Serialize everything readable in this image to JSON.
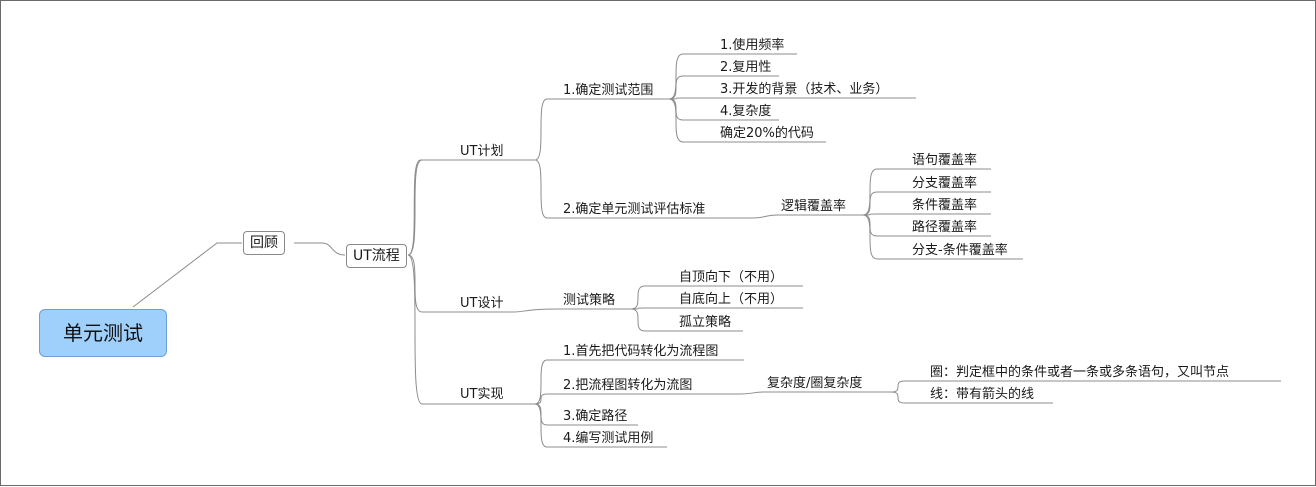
{
  "mindmap": {
    "root": "单元测试",
    "review": "回顾",
    "process": "UT流程",
    "plan": {
      "label": "UT计划",
      "range": {
        "label": "1.确定测试范围",
        "items": [
          "1.使用频率",
          "2.复用性",
          "3.开发的背景（技术、业务）",
          "4.复杂度",
          "确定20%的代码"
        ]
      },
      "criteria": {
        "label": "2.确定单元测试评估标准",
        "coverage": {
          "label": "逻辑覆盖率",
          "items": [
            "语句覆盖率",
            "分支覆盖率",
            "条件覆盖率",
            "路径覆盖率",
            "分支-条件覆盖率"
          ]
        }
      }
    },
    "design": {
      "label": "UT设计",
      "strategy": {
        "label": "测试策略",
        "items": [
          "自顶向下（不用）",
          "自底向上（不用）",
          "孤立策略"
        ]
      }
    },
    "impl": {
      "label": "UT实现",
      "steps": [
        "1.首先把代码转化为流程图",
        "2.把流程图转化为流图",
        "3.确定路径",
        "4.编写测试用例"
      ],
      "complexity": {
        "label": "复杂度/圈复杂度",
        "items": [
          "圈：判定框中的条件或者一条或多条语句，又叫节点",
          "线：带有箭头的线"
        ]
      }
    }
  },
  "colors": {
    "root_fill": "#9fcffb",
    "line": "#8c8c8c",
    "border": "#6a6a6a"
  }
}
